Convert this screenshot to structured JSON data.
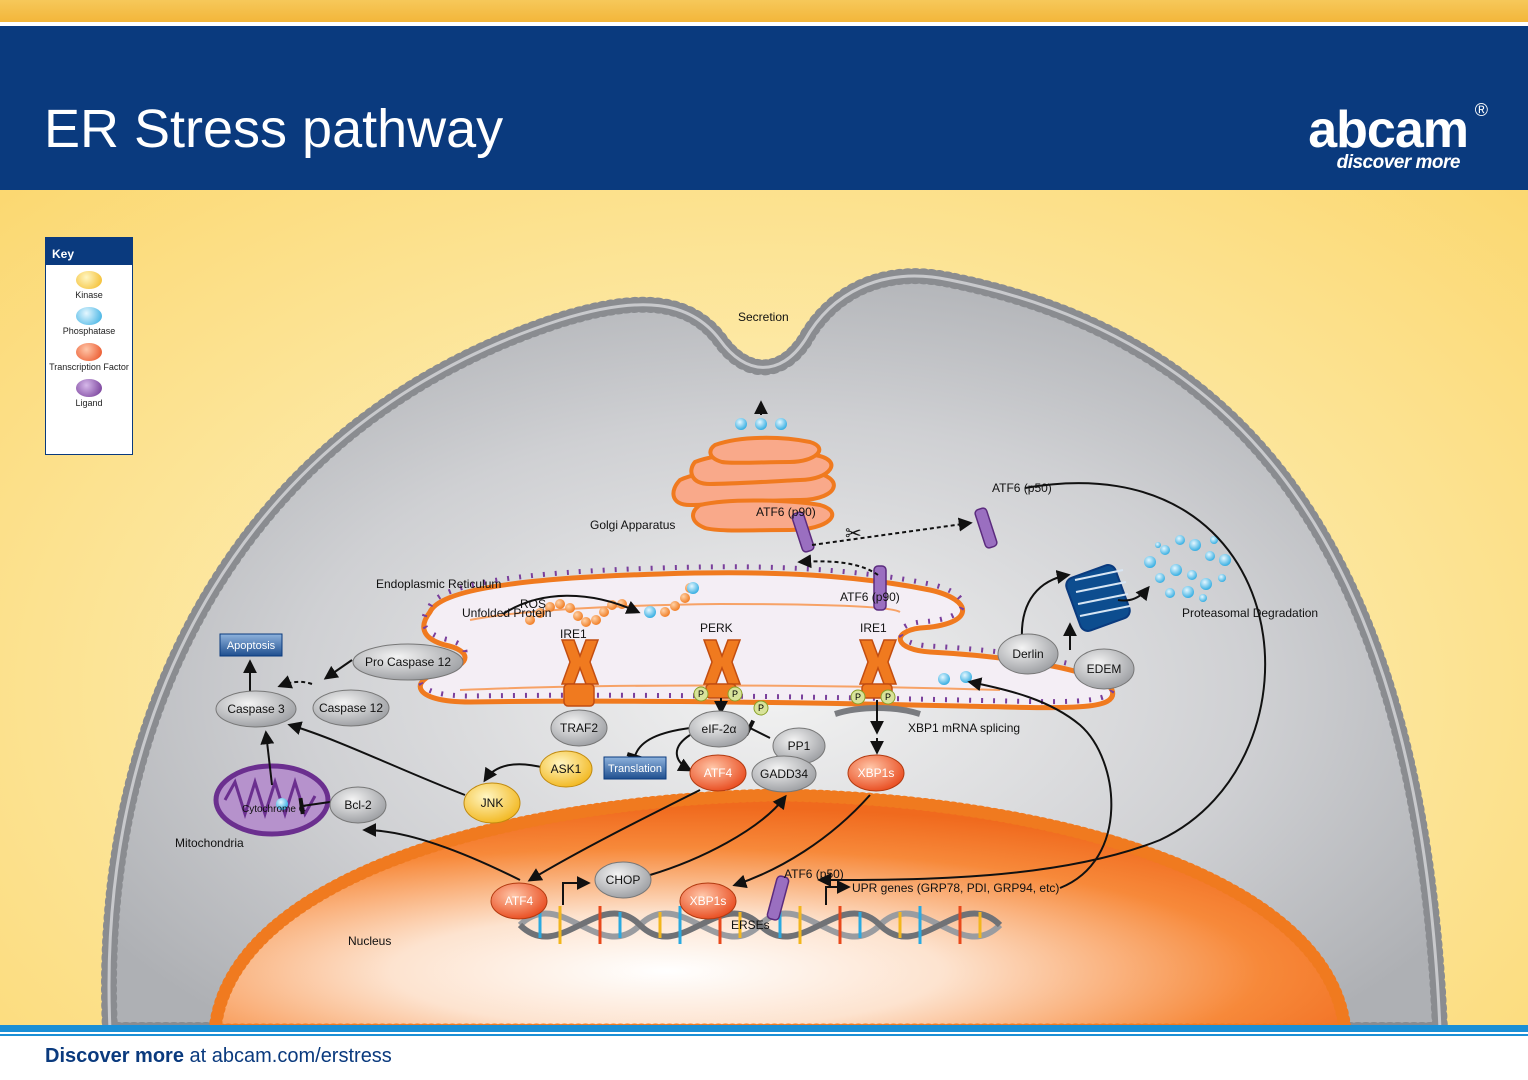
{
  "header": {
    "title": "ER Stress pathway",
    "logo_word": "abcam",
    "logo_reg": "®",
    "logo_tagline": "discover more"
  },
  "key": {
    "title": "Key",
    "items": [
      {
        "label": "Kinase",
        "color": "#f6c23a"
      },
      {
        "label": "Phosphatase",
        "color": "#2aa9e0"
      },
      {
        "label": "Transcription Factor",
        "color": "#f26a3a"
      },
      {
        "label": "Ligand",
        "color": "#7a3f9c"
      }
    ]
  },
  "labels": {
    "secretion": "Secretion",
    "golgi": "Golgi Apparatus",
    "er": "Endoplasmic Reticulum",
    "unfolded": "Unfolded Protein",
    "ros": "ROS",
    "ire1_left": "IRE1",
    "perk": "PERK",
    "ire1_right": "IRE1",
    "atf6_p90_golgi": "ATF6 (p90)",
    "atf6_p90_er": "ATF6 (p90)",
    "atf6_p50_top": "ATF6 (p50)",
    "atf6_p50_nucleus": "ATF6 (p50)",
    "proteasomal": "Proteasomal Degradation",
    "xbp1_splicing": "XBP1 mRNA splicing",
    "mitochondria": "Mitochondria",
    "cytochrome": "Cytochrome C",
    "nucleus": "Nucleus",
    "erses": "ERSEs",
    "upr_genes": "UPR genes (GRP78, PDI, GRP94, etc)",
    "p": "P"
  },
  "nodes": {
    "apoptosis": "Apoptosis",
    "pro_caspase12": "Pro Caspase 12",
    "caspase3": "Caspase 3",
    "caspase12": "Caspase 12",
    "traf2": "TRAF2",
    "ask1": "ASK1",
    "jnk": "JNK",
    "bcl2": "Bcl-2",
    "eif2a": "eIF-2α",
    "translation": "Translation",
    "atf4_cyto": "ATF4",
    "pp1": "PP1",
    "gadd34": "GADD34",
    "xbp1s_cyto": "XBP1s",
    "derlin": "Derlin",
    "edem": "EDEM",
    "atf4_nuc": "ATF4",
    "chop": "CHOP",
    "xbp1s_nuc": "XBP1s"
  },
  "footer": {
    "bold": "Discover more",
    "rest": " at abcam.com/erstress"
  },
  "colors": {
    "header": "#0a3a7e",
    "kinase": "#f6c23a",
    "phosphatase": "#2aa9e0",
    "tf": "#f26a3a",
    "ligand": "#7a3f9c"
  }
}
